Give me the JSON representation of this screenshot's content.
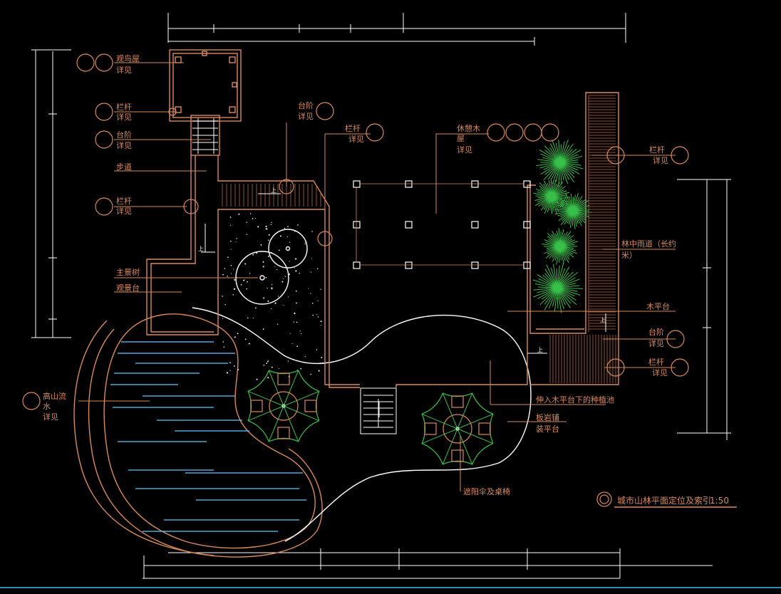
{
  "colors": {
    "background": "#000000",
    "dimension": "#ffffff",
    "label": "#d98a5a",
    "wall": "#d98a5a",
    "water": "#5ec8ff",
    "tree": "#39c04a",
    "path": "#ffffff",
    "deck": "#c06a40"
  },
  "labels": {
    "birdhouse": "观鸟屋",
    "birdhouse_ref": "详见",
    "railing_1": "栏杆",
    "railing_1_ref": "详见",
    "steps_1": "台阶",
    "steps_1_ref": "详见",
    "walkway": "步道",
    "railing_2": "栏杆",
    "railing_2_ref": "详见",
    "main_tree": "主景树",
    "viewing_deck": "观景台",
    "alpine_water": "高山流",
    "alpine_water_2": "水",
    "alpine_water_ref": "详见",
    "steps_top": "台阶",
    "steps_top_ref": "详见",
    "railing_top": "栏杆",
    "railing_top_ref": "详见",
    "rest_house": "休憩木",
    "rest_house_2": "屋",
    "rest_house_ref": "详见",
    "railing_right": "栏杆",
    "railing_right_ref": "详见",
    "forest_path": "林中雨道（长约",
    "forest_path_2": "米）",
    "wood_platform": "木平台",
    "steps_right": "台阶",
    "steps_right_ref": "详见",
    "railing_right_2": "栏杆",
    "railing_right_2_ref": "详见",
    "planting_pool": "伸入木平台下的种植池",
    "slate_platform": "板岩铺",
    "slate_platform_2": "装平台",
    "umbrella": "遮阳伞及桌椅",
    "drawing_title": "城市山林平面定位及索引",
    "scale": "1:50",
    "up_mark": "上"
  }
}
